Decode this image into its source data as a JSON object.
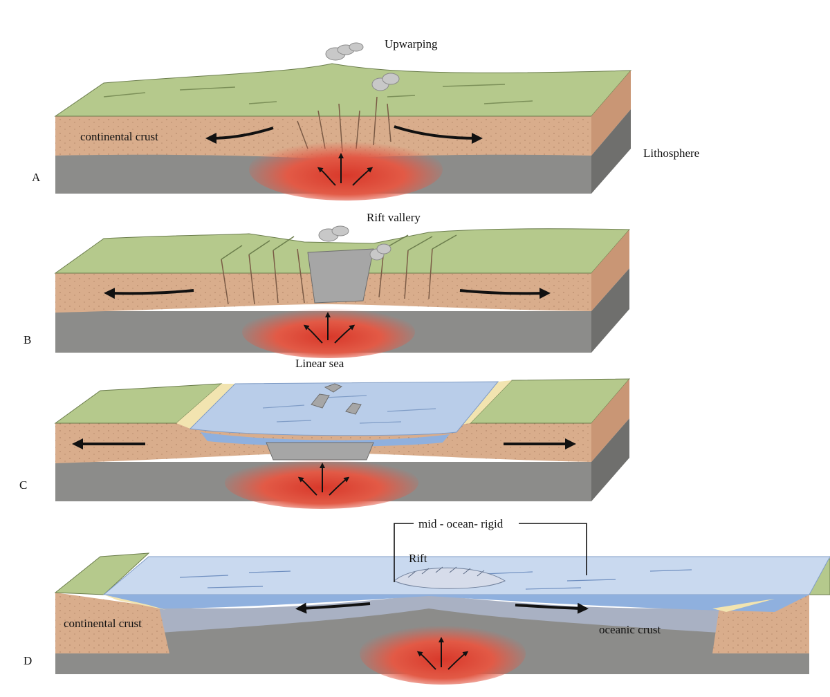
{
  "colors": {
    "surface": "#b5c98c",
    "surface_dark": "#8ea468",
    "crust": "#d9ad8c",
    "crust_side": "#c99675",
    "mantle": "#8c8c8a",
    "mantle_side": "#6f6f6d",
    "magma": "#e04a3a",
    "water": "#b9cde9",
    "water_deep": "#8fb0de",
    "sand": "#f2e4b0",
    "oceanic": "#a9b1c3",
    "ink": "#111111"
  },
  "panels": [
    {
      "letter": "A",
      "title": "Upwarping",
      "left_label": "continental crust",
      "right_label": "Lithosphere"
    },
    {
      "letter": "B",
      "title": "Rift vallery"
    },
    {
      "letter": "C",
      "title": "Linear sea"
    },
    {
      "letter": "D",
      "title": "mid - ocean- rigid",
      "sub_label": "Rift",
      "left_label": "continental crust",
      "right_label": "oceanic crust"
    }
  ]
}
